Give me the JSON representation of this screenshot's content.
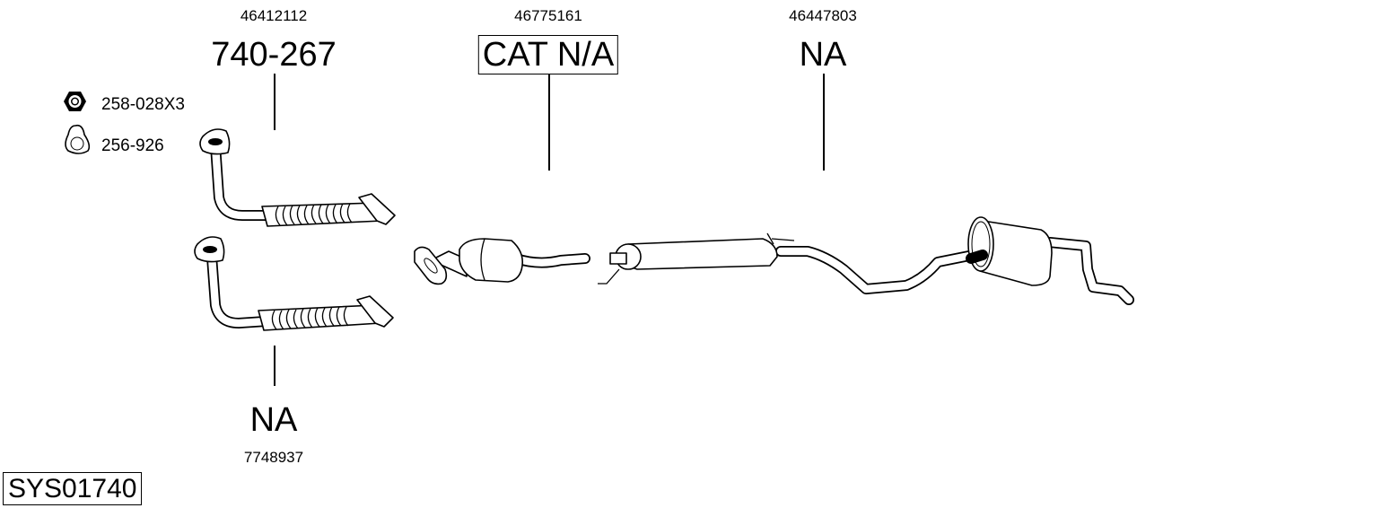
{
  "parts": [
    {
      "oe_number": "46412112",
      "part_number": "740-267",
      "name": "front-pipe-upper"
    },
    {
      "oe_number": "46775161",
      "part_number": "CAT N/A",
      "name": "catalytic-converter"
    },
    {
      "oe_number": "46447803",
      "part_number": "NA",
      "name": "rear-silencer"
    },
    {
      "oe_number": "7748937",
      "part_number": "NA",
      "name": "front-pipe-lower"
    }
  ],
  "accessories": [
    {
      "icon": "nut-icon",
      "label": "258-028X3"
    },
    {
      "icon": "gasket-icon",
      "label": "256-926"
    }
  ],
  "system_id": "SYS01740"
}
